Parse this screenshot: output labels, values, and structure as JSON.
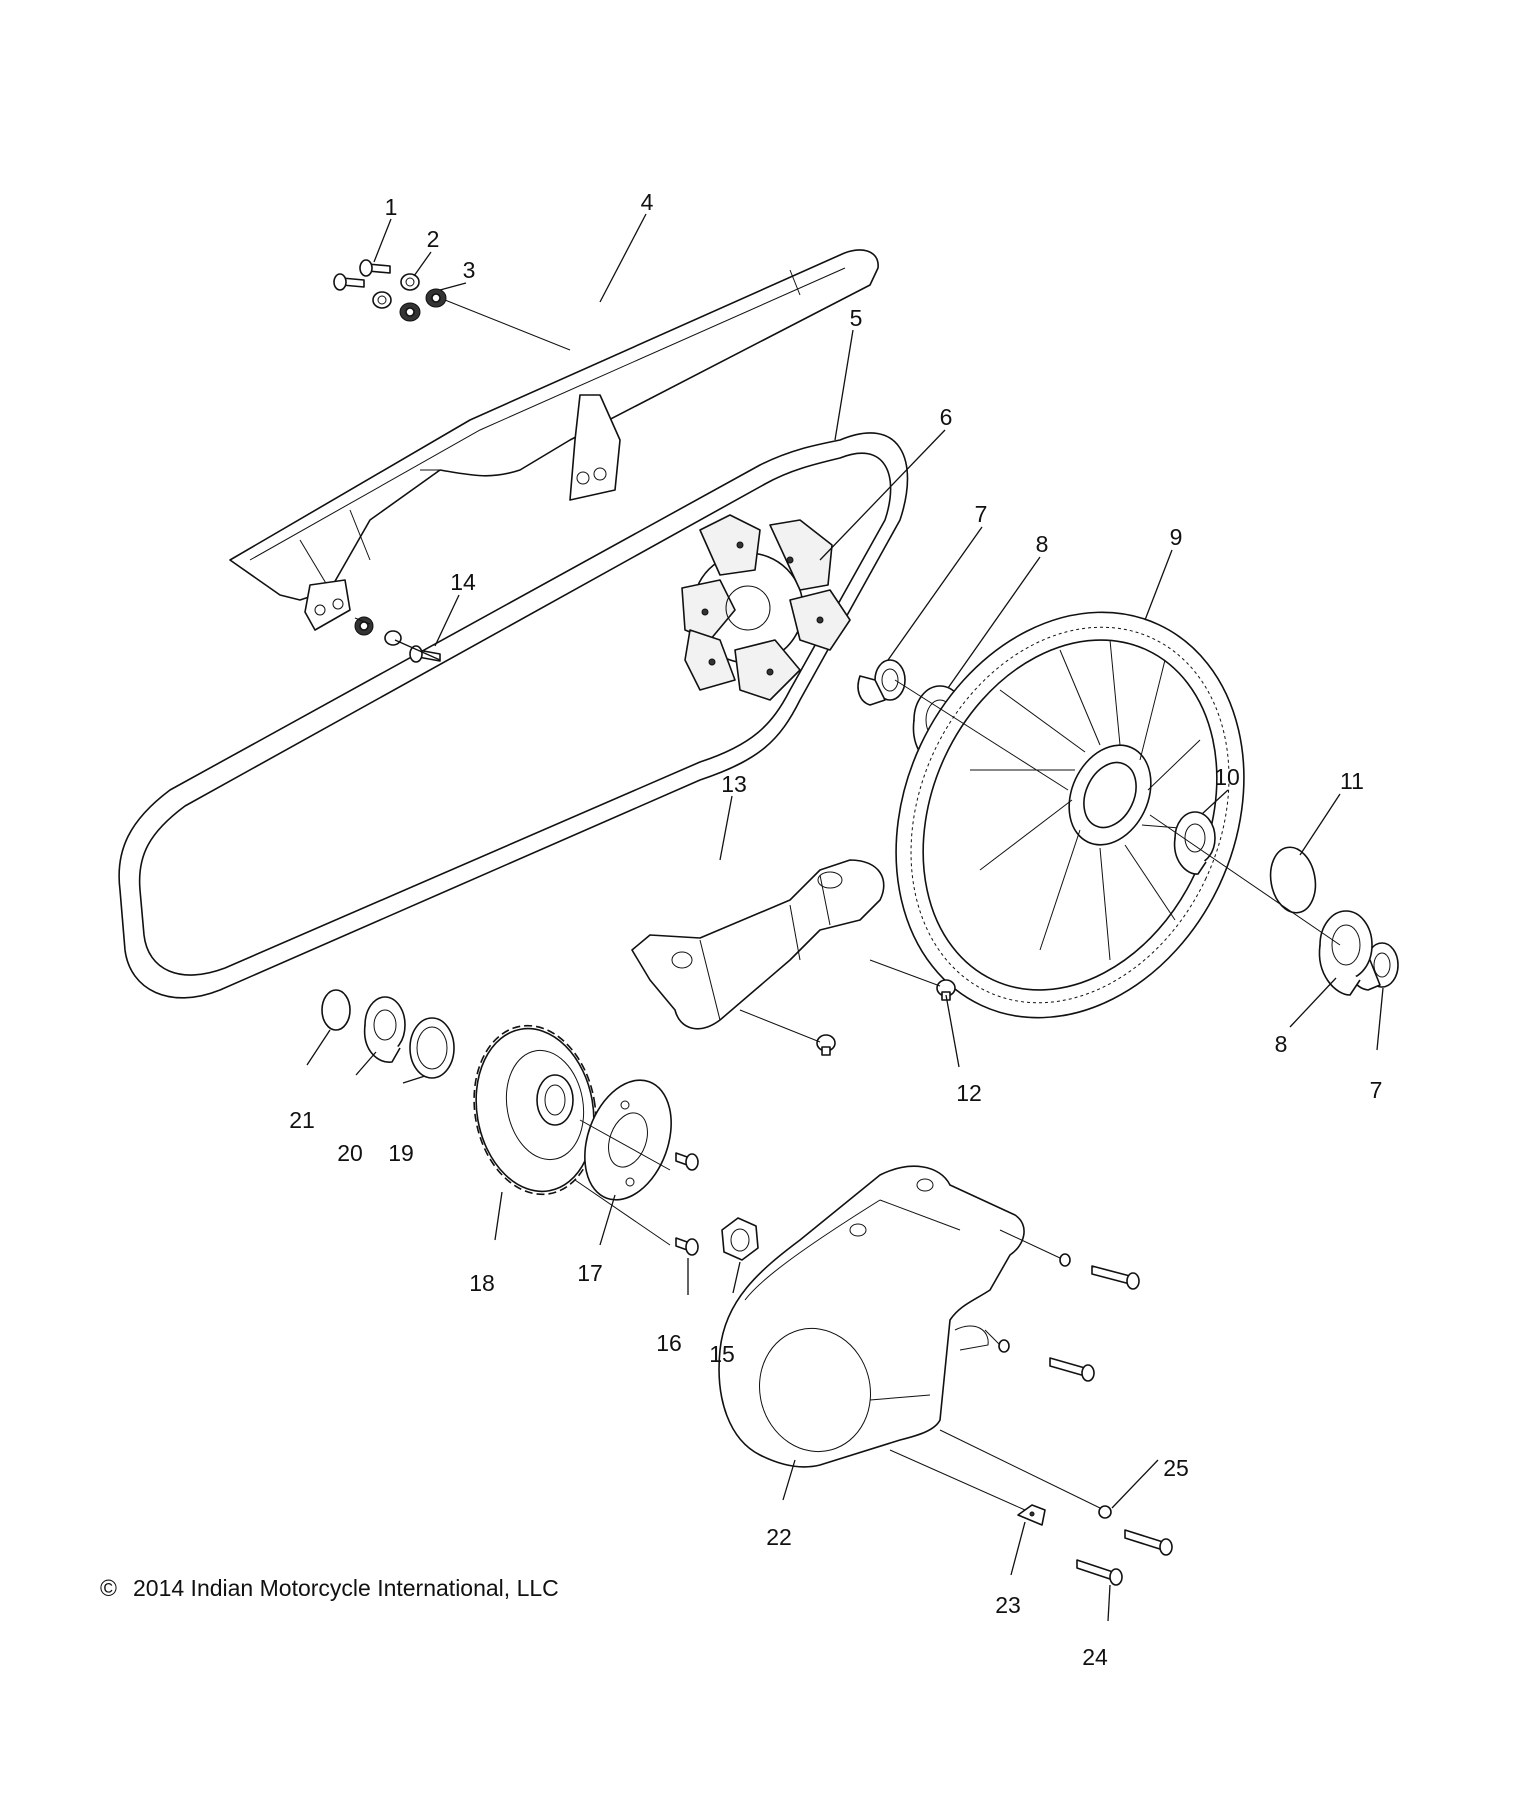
{
  "callouts": [
    "1",
    "2",
    "3",
    "4",
    "5",
    "6",
    "7",
    "8",
    "9",
    "10",
    "11",
    "12",
    "13",
    "14",
    "15",
    "16",
    "17",
    "18",
    "19",
    "20",
    "21",
    "22",
    "23",
    "24",
    "25"
  ],
  "copyright": {
    "symbol": "©",
    "text": "2014 Indian Motorcycle International, LLC"
  }
}
